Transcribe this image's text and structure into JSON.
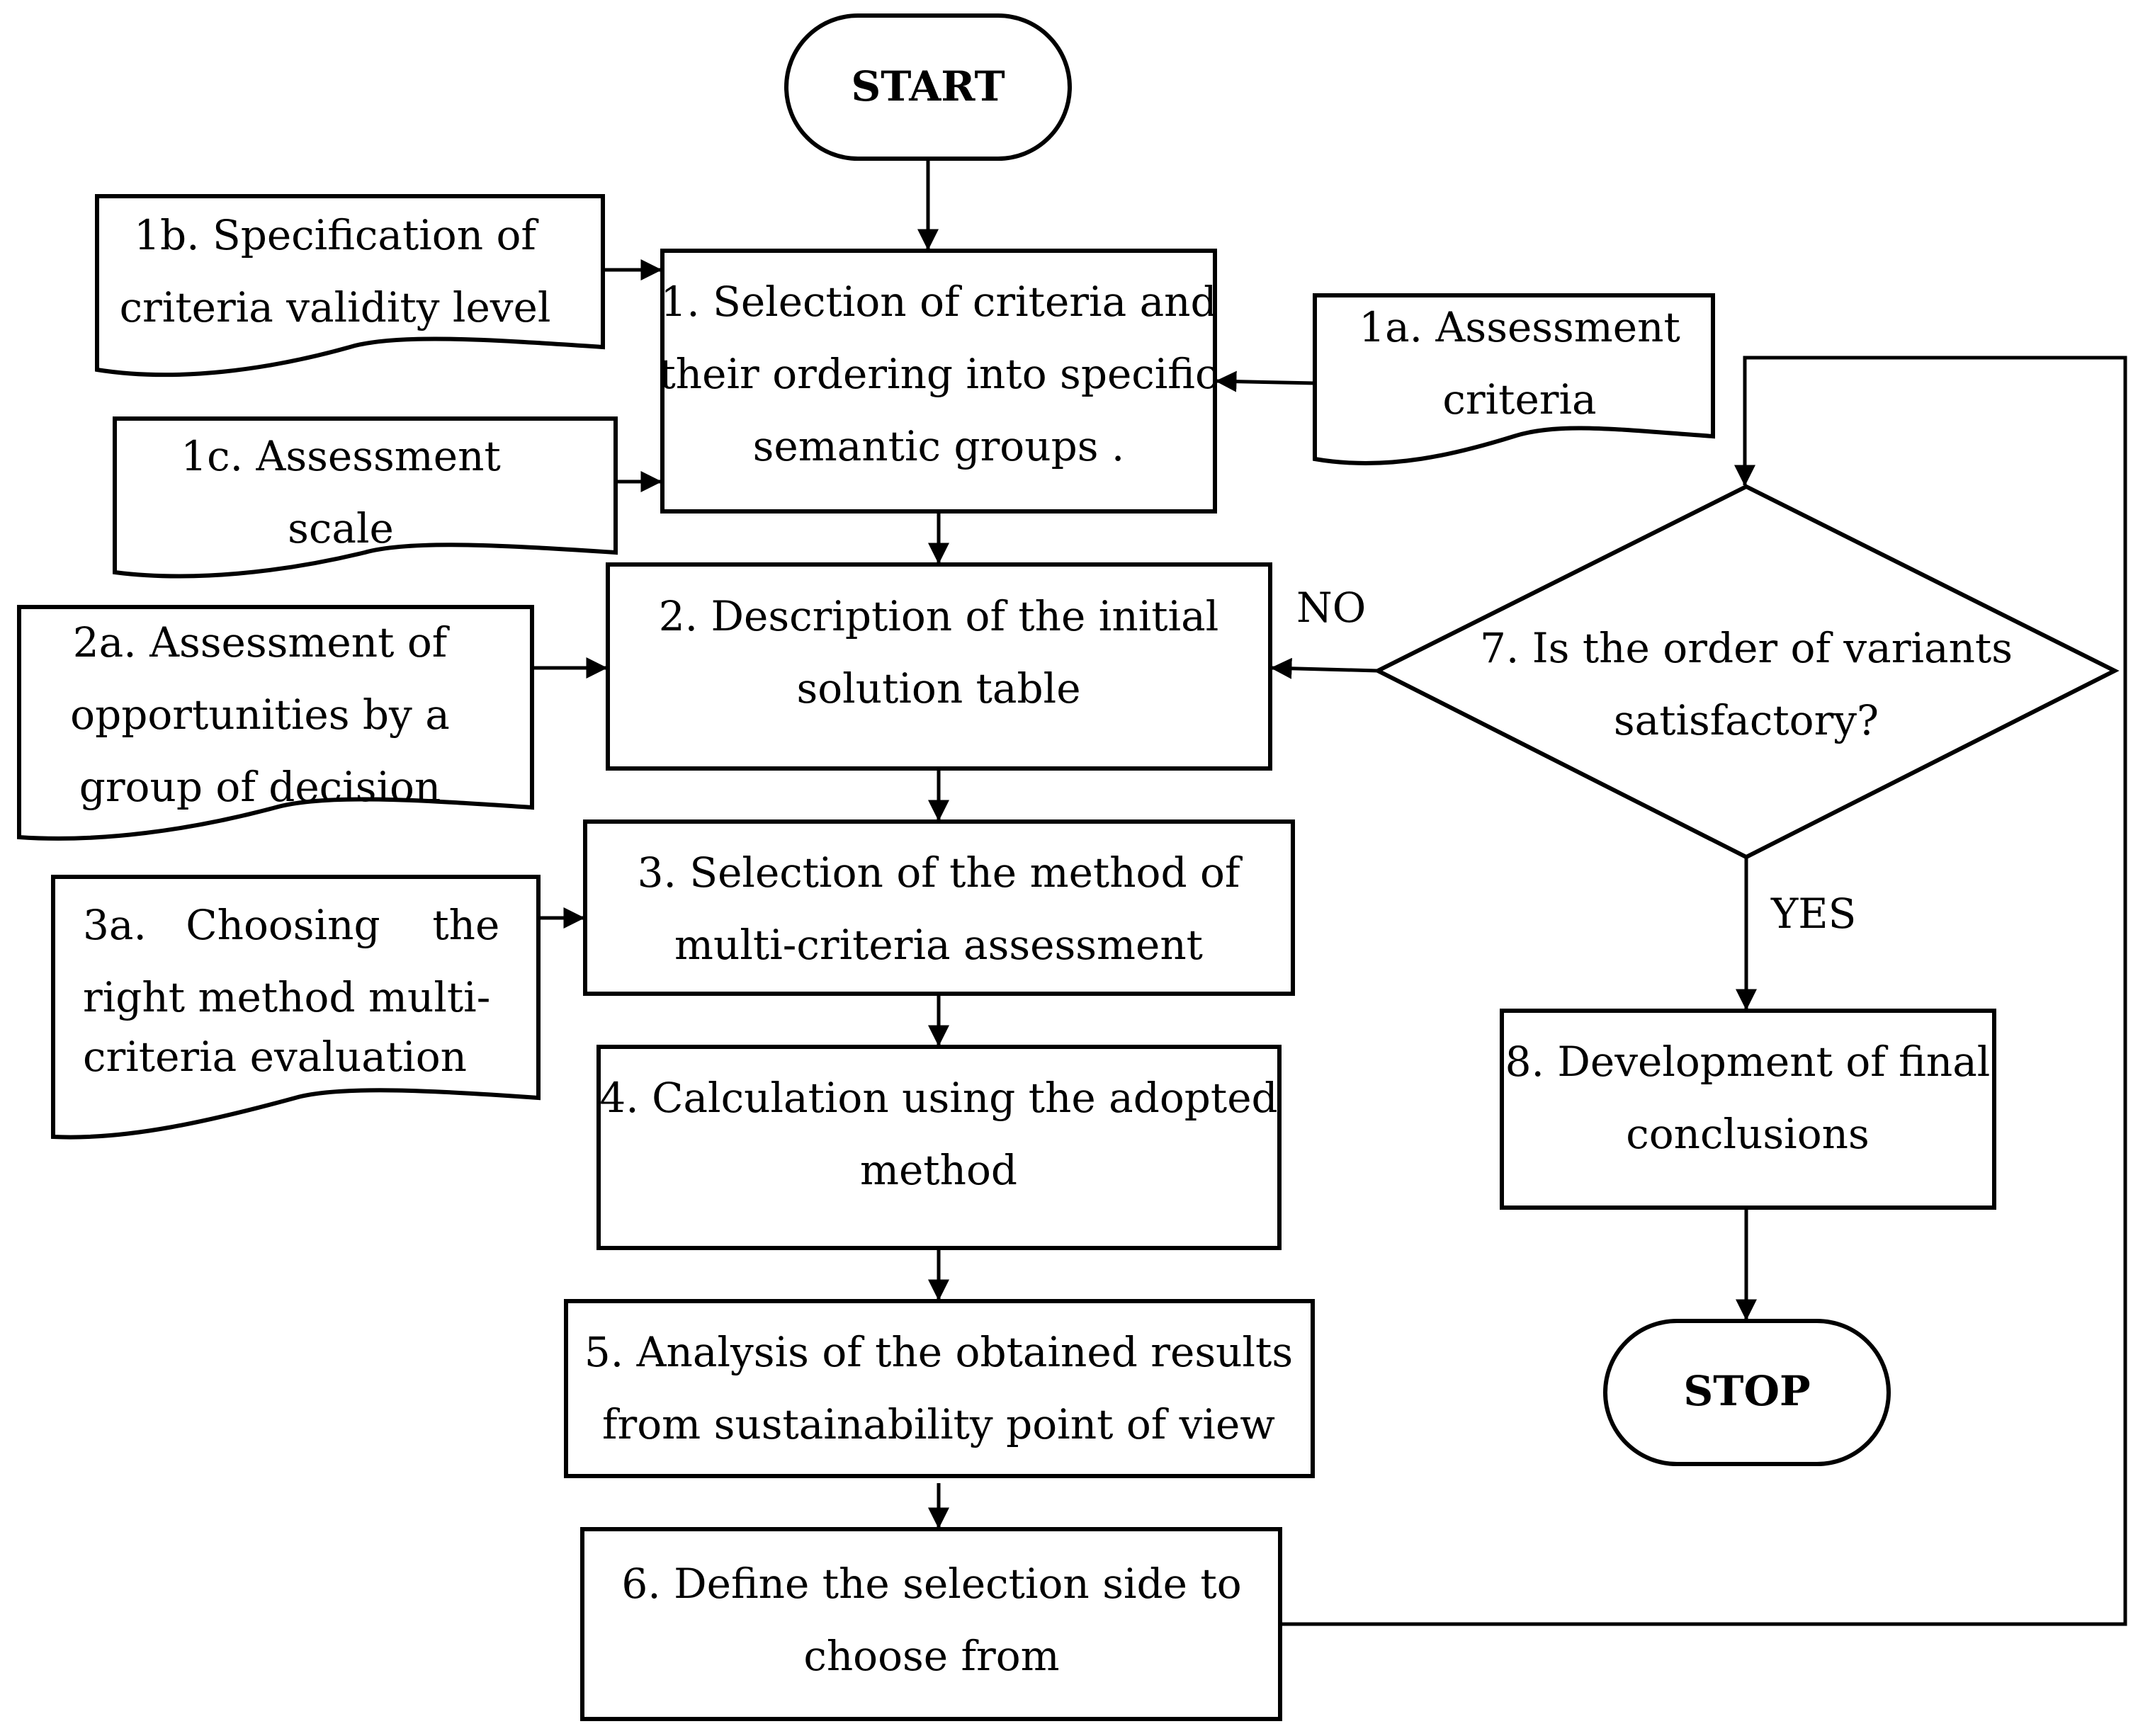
{
  "flowchart": {
    "start": "START",
    "stop": "STOP",
    "steps": {
      "s1": [
        "1. Selection of criteria and",
        "their ordering into specific",
        "semantic groups ."
      ],
      "s2": [
        "2. Description of the initial",
        "solution table"
      ],
      "s3": [
        "3. Selection of the method of",
        "multi-criteria assessment"
      ],
      "s4": [
        "4. Calculation using the adopted",
        "method"
      ],
      "s5": [
        "5. Analysis of the obtained results",
        "from sustainability point of view"
      ],
      "s6": [
        "6. Define the selection side to",
        "choose from"
      ],
      "s8": [
        "8. Development of final",
        "conclusions"
      ]
    },
    "decision": {
      "lines": [
        "7. Is the order of variants",
        "satisfactory?"
      ],
      "no_label": "NO",
      "yes_label": "YES"
    },
    "inputs": {
      "i1a": [
        "1a. Assessment",
        "criteria"
      ],
      "i1b": [
        "1b. Specification of",
        "criteria validity level"
      ],
      "i1c": [
        "1c. Assessment",
        "scale"
      ],
      "i2a": [
        "2a. Assessment of",
        "opportunities by a",
        "group of decision"
      ],
      "i3a": [
        "3a.   Choosing    the",
        "right method multi-",
        "criteria evaluation"
      ]
    }
  }
}
